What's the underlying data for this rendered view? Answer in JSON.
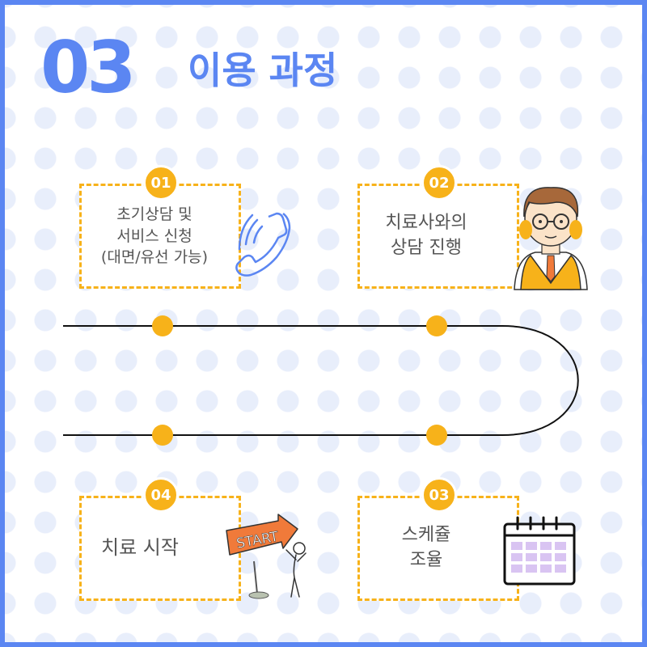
{
  "header": {
    "number": "03",
    "title": "이용 과정"
  },
  "steps": [
    {
      "badge": "01",
      "label": "초기상담 및\n서비스 신청\n(대면/유선 가능)",
      "icon": "phone-icon"
    },
    {
      "badge": "02",
      "label": "치료사와의\n상담 진행",
      "icon": "counselor-illustration"
    },
    {
      "badge": "03",
      "label": "스케쥴\n조율",
      "icon": "calendar-icon"
    },
    {
      "badge": "04",
      "label": "치료 시작",
      "icon": "start-sign-illustration",
      "sign_text": "START"
    }
  ],
  "colors": {
    "accent": "#5b86f2",
    "badge": "#f7b21a",
    "dots_bg": "#e8eefb"
  }
}
